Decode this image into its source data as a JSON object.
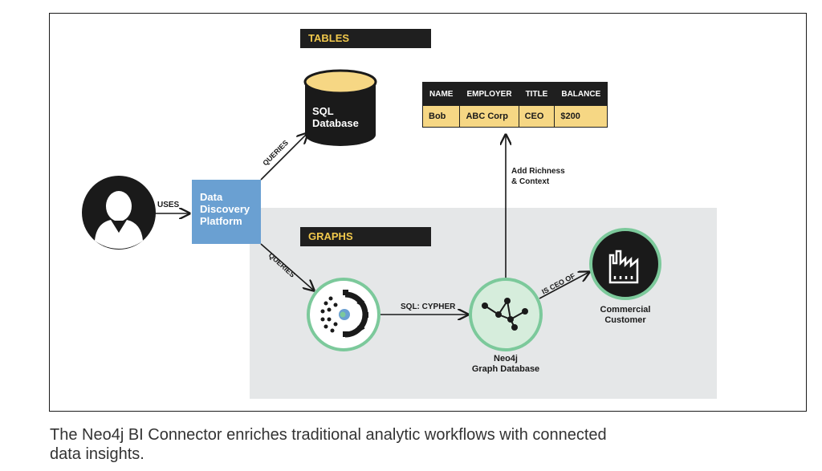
{
  "diagram": {
    "tables_band": "TABLES",
    "graphs_band": "GRAPHS",
    "sql_db": {
      "line1": "SQL",
      "line2": "Database"
    },
    "ddp": {
      "line1": "Data",
      "line2": "Discovery",
      "line3": "Platform"
    },
    "edge_labels": {
      "uses": "USES",
      "queries_top": "QUERIES",
      "queries_bottom": "QUERIES",
      "sql_cypher": "SQL: CYPHER",
      "is_ceo_of": "IS CEO OF",
      "enrich_line1": "Add Richness",
      "enrich_line2": "& Context"
    },
    "table": {
      "headers": [
        "NAME",
        "EMPLOYER",
        "TITLE",
        "BALANCE"
      ],
      "rows": [
        [
          "Bob",
          "ABC Corp",
          "CEO",
          "$200"
        ]
      ]
    },
    "neo4j": {
      "line1": "Neo4j",
      "line2": "Graph Database"
    },
    "customer": {
      "line1": "Commercial",
      "line2": "Customer"
    }
  },
  "caption": {
    "line1": "The Neo4j BI Connector enriches traditional analytic workflows with connected",
    "line2": "data insights."
  },
  "colors": {
    "band_bg": "#1f1f1f",
    "band_text": "#f2c94c",
    "ddp_blue": "#6aa0d2",
    "table_row": "#f6d784",
    "graph_zone": "#e5e7e8",
    "node_ring": "#7cc99b",
    "neo4j_fill": "#d6eddc",
    "db_top": "#f6d784"
  }
}
